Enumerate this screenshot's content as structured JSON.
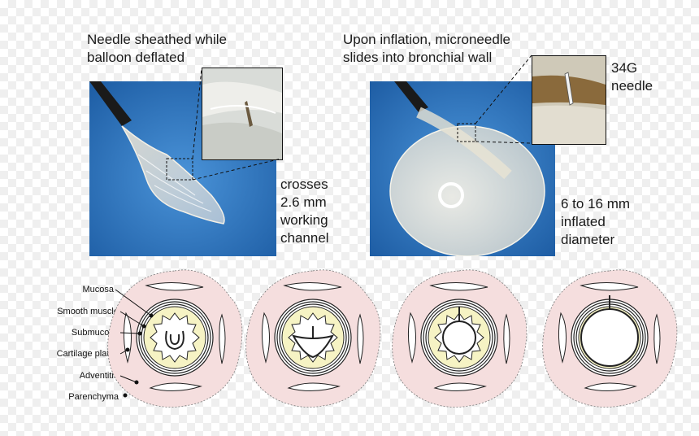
{
  "captions": {
    "left_top": [
      "Needle sheathed while",
      "balloon deflated"
    ],
    "right_top": [
      "Upon inflation, microneedle",
      "slides into bronchial wall"
    ],
    "left_side": [
      "crosses",
      "2.6 mm",
      "working",
      "channel"
    ],
    "right_side": [
      "6 to 16 mm",
      "inflated",
      "diameter"
    ],
    "needle_label": [
      "34G",
      "needle"
    ]
  },
  "layers": [
    "Mucosa",
    "Smooth muscle",
    "Submucosa",
    "Cartilage plates",
    "Adventitia",
    "Parenchyma"
  ],
  "colors": {
    "photo_blue": "#2f7cc7",
    "tissue_pink": "#f5dede",
    "submucosa_yellow": "#f6f3c4",
    "outline": "#222222"
  }
}
